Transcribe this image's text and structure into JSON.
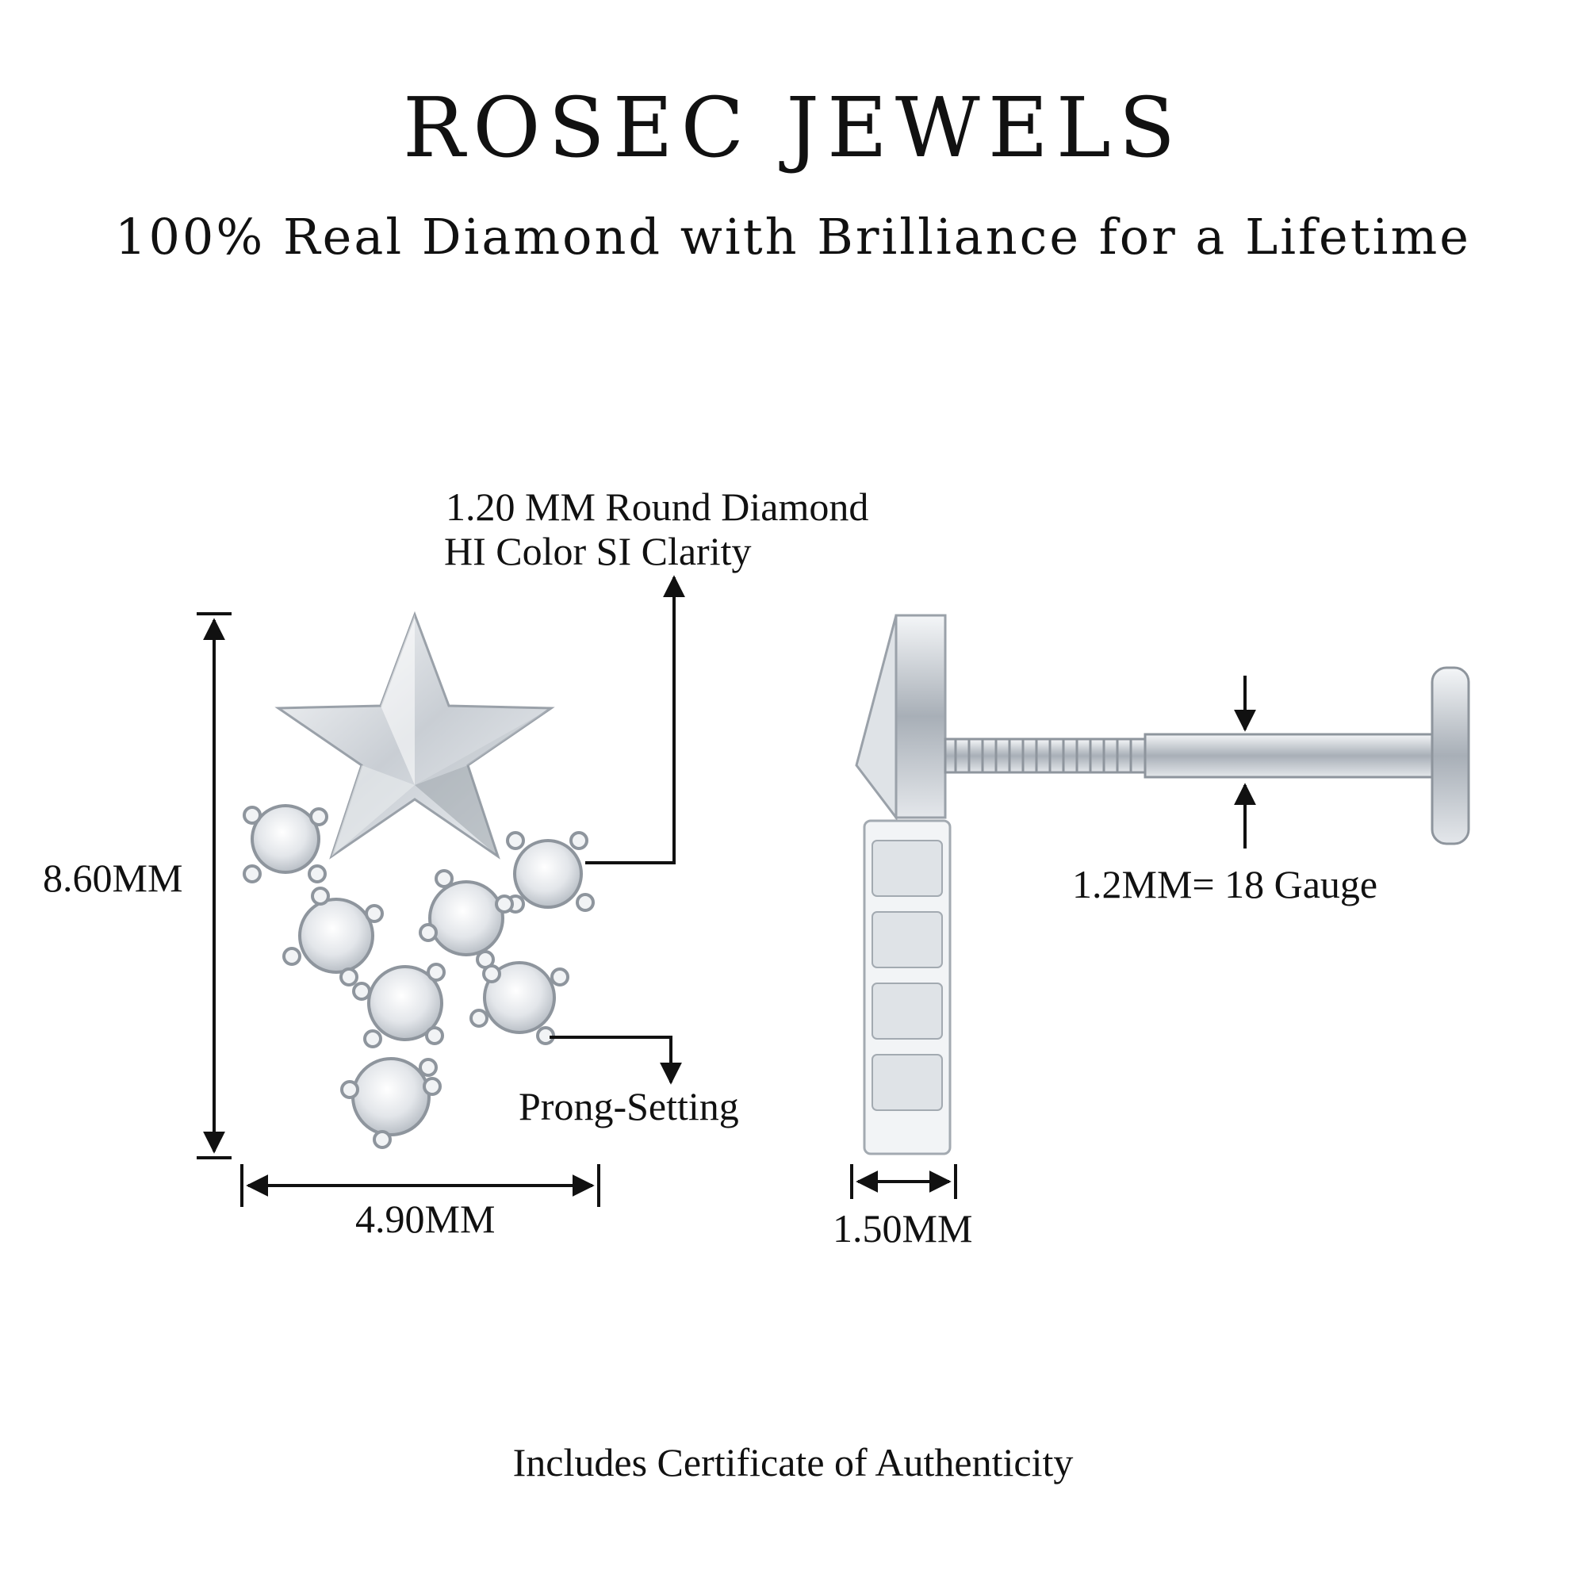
{
  "header": {
    "brand": "ROSEC JEWELS",
    "tagline": "100% Real Diamond with Brilliance for a Lifetime"
  },
  "annotations": {
    "diamond_size": "1.20 MM Round Diamond",
    "diamond_quality": "HI Color SI Clarity",
    "height": "8.60MM",
    "width": "4.90MM",
    "setting": "Prong-Setting",
    "side_width": "1.50MM",
    "gauge": "1.2MM= 18 Gauge"
  },
  "footer": {
    "certificate": "Includes Certificate of Authenticity"
  },
  "colors": {
    "metal": "#d9dde2",
    "metal_dark": "#8e959d",
    "ink": "#111111"
  }
}
